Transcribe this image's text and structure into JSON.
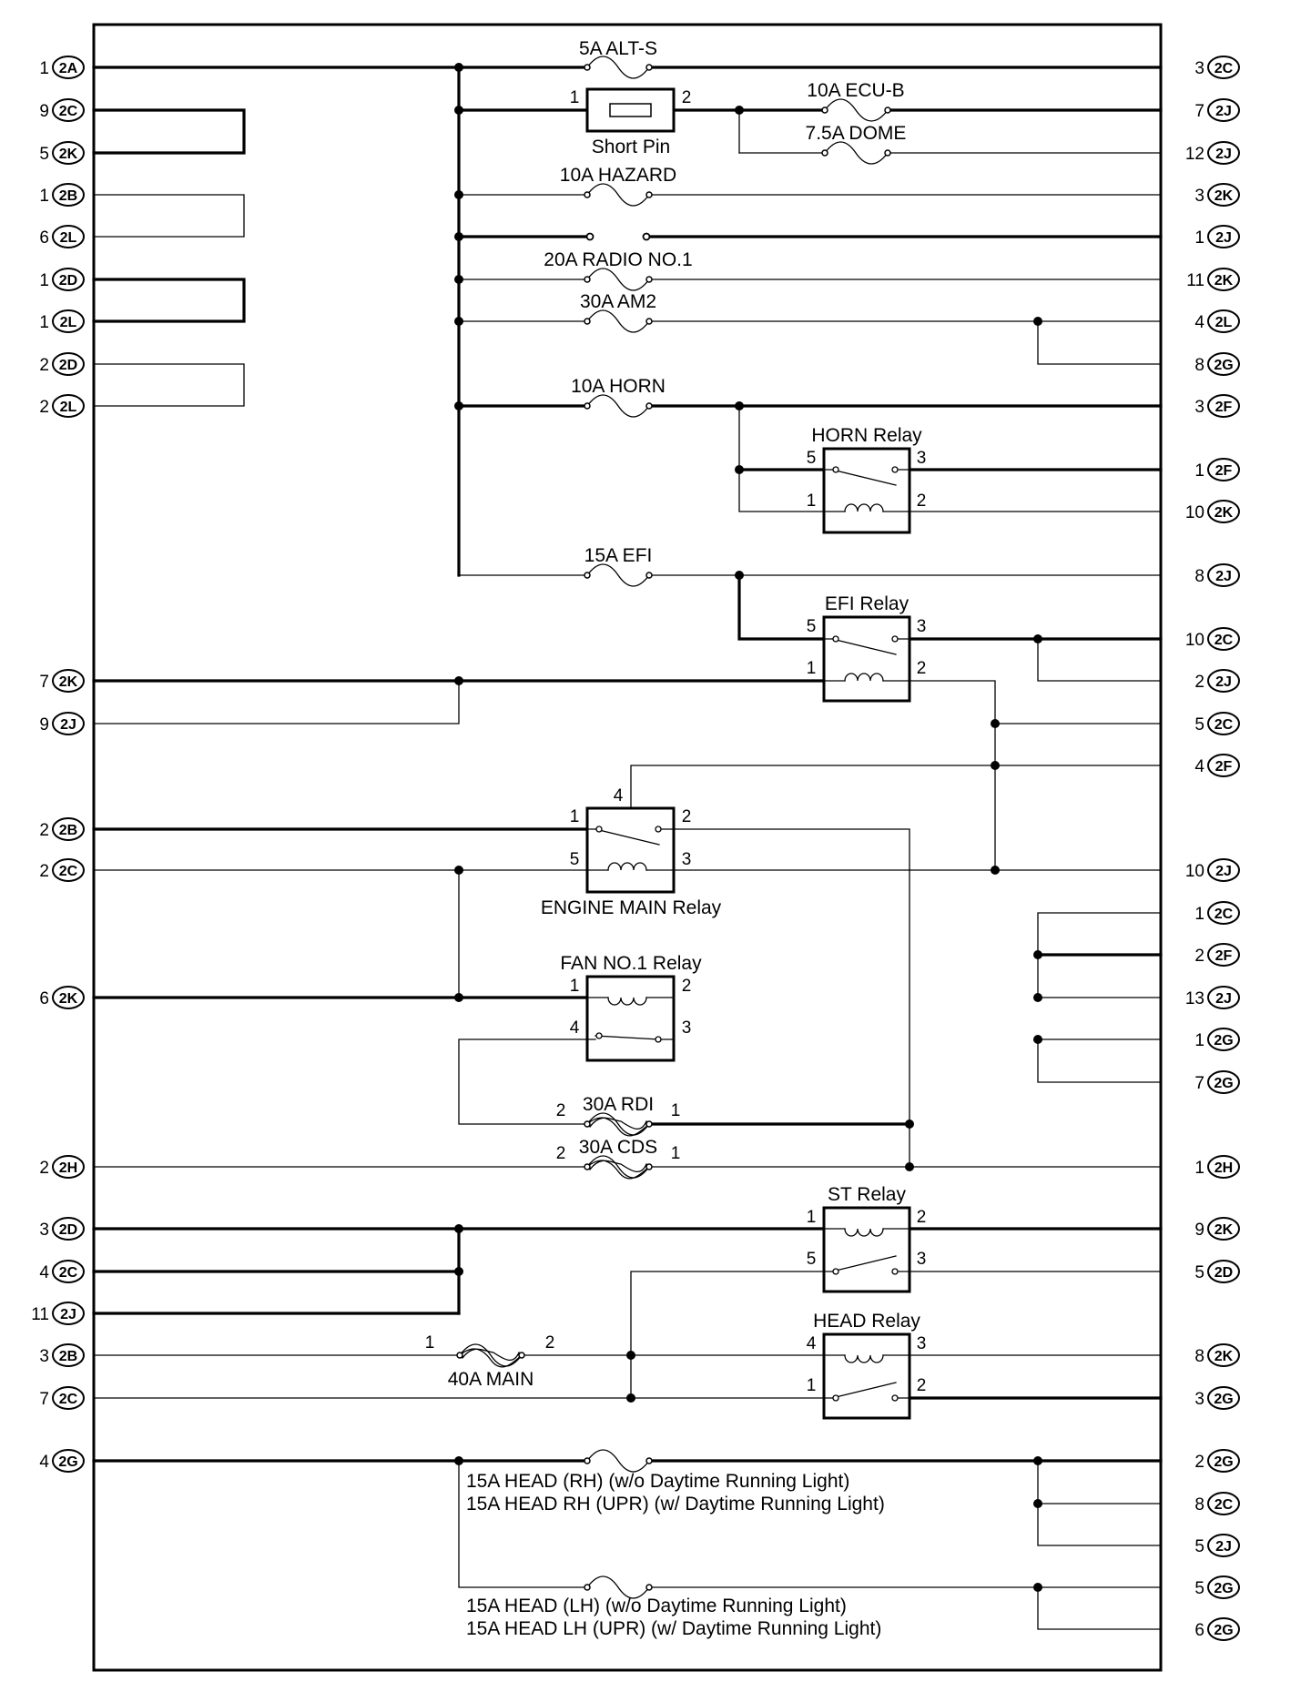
{
  "left_connectors": [
    {
      "pin": "1",
      "code": "2A"
    },
    {
      "pin": "9",
      "code": "2C"
    },
    {
      "pin": "5",
      "code": "2K"
    },
    {
      "pin": "1",
      "code": "2B"
    },
    {
      "pin": "6",
      "code": "2L"
    },
    {
      "pin": "1",
      "code": "2D"
    },
    {
      "pin": "1",
      "code": "2L"
    },
    {
      "pin": "2",
      "code": "2D"
    },
    {
      "pin": "2",
      "code": "2L"
    },
    {
      "pin": "7",
      "code": "2K"
    },
    {
      "pin": "9",
      "code": "2J"
    },
    {
      "pin": "2",
      "code": "2B"
    },
    {
      "pin": "2",
      "code": "2C"
    },
    {
      "pin": "6",
      "code": "2K"
    },
    {
      "pin": "2",
      "code": "2H"
    },
    {
      "pin": "3",
      "code": "2D"
    },
    {
      "pin": "4",
      "code": "2C"
    },
    {
      "pin": "11",
      "code": "2J"
    },
    {
      "pin": "3",
      "code": "2B"
    },
    {
      "pin": "7",
      "code": "2C"
    },
    {
      "pin": "4",
      "code": "2G"
    }
  ],
  "right_connectors": [
    {
      "pin": "3",
      "code": "2C"
    },
    {
      "pin": "7",
      "code": "2J"
    },
    {
      "pin": "12",
      "code": "2J"
    },
    {
      "pin": "3",
      "code": "2K"
    },
    {
      "pin": "1",
      "code": "2J"
    },
    {
      "pin": "11",
      "code": "2K"
    },
    {
      "pin": "4",
      "code": "2L"
    },
    {
      "pin": "8",
      "code": "2G"
    },
    {
      "pin": "3",
      "code": "2F"
    },
    {
      "pin": "1",
      "code": "2F"
    },
    {
      "pin": "10",
      "code": "2K"
    },
    {
      "pin": "8",
      "code": "2J"
    },
    {
      "pin": "10",
      "code": "2C"
    },
    {
      "pin": "2",
      "code": "2J"
    },
    {
      "pin": "5",
      "code": "2C"
    },
    {
      "pin": "4",
      "code": "2F"
    },
    {
      "pin": "10",
      "code": "2J"
    },
    {
      "pin": "1",
      "code": "2C"
    },
    {
      "pin": "2",
      "code": "2F"
    },
    {
      "pin": "13",
      "code": "2J"
    },
    {
      "pin": "1",
      "code": "2G"
    },
    {
      "pin": "7",
      "code": "2G"
    },
    {
      "pin": "1",
      "code": "2H"
    },
    {
      "pin": "9",
      "code": "2K"
    },
    {
      "pin": "5",
      "code": "2D"
    },
    {
      "pin": "8",
      "code": "2K"
    },
    {
      "pin": "3",
      "code": "2G"
    },
    {
      "pin": "2",
      "code": "2G"
    },
    {
      "pin": "8",
      "code": "2C"
    },
    {
      "pin": "5",
      "code": "2J"
    },
    {
      "pin": "5",
      "code": "2G"
    },
    {
      "pin": "6",
      "code": "2G"
    }
  ],
  "fuses": {
    "alt_s": "5A ALT-S",
    "ecu_b": "10A ECU-B",
    "dome": "7.5A DOME",
    "hazard": "10A HAZARD",
    "radio": "20A RADIO NO.1",
    "am2": "30A AM2",
    "horn": "10A HORN",
    "efi": "15A EFI",
    "rdi": "30A RDI",
    "cds": "30A CDS",
    "main": "40A MAIN",
    "head_rh_1": "15A HEAD (RH) (w/o Daytime Running Light)",
    "head_rh_2": "15A HEAD RH (UPR) (w/ Daytime Running Light)",
    "head_lh_1": "15A HEAD (LH) (w/o Daytime Running Light)",
    "head_lh_2": "15A HEAD LH (UPR) (w/ Daytime Running Light)"
  },
  "short_pin": {
    "label": "Short Pin",
    "pin1": "1",
    "pin2": "2"
  },
  "relays": {
    "horn": {
      "label": "HORN Relay",
      "p_tl": "5",
      "p_tr": "3",
      "p_bl": "1",
      "p_br": "2"
    },
    "efi": {
      "label": "EFI Relay",
      "p_tl": "5",
      "p_tr": "3",
      "p_bl": "1",
      "p_br": "2"
    },
    "engine_main": {
      "label": "ENGINE MAIN Relay",
      "p_top": "4",
      "p_tl": "1",
      "p_tr": "2",
      "p_bl": "5",
      "p_br": "3"
    },
    "fan": {
      "label": "FAN NO.1 Relay",
      "p_tl": "1",
      "p_tr": "2",
      "p_bl": "4",
      "p_br": "3"
    },
    "st": {
      "label": "ST Relay",
      "p_tl": "1",
      "p_tr": "2",
      "p_bl": "5",
      "p_br": "3"
    },
    "head": {
      "label": "HEAD Relay",
      "p_tl": "4",
      "p_tr": "3",
      "p_bl": "1",
      "p_br": "2"
    }
  },
  "fuse_pins": {
    "rdi_l": "2",
    "rdi_r": "1",
    "cds_l": "2",
    "cds_r": "1",
    "main_l": "1",
    "main_r": "2"
  },
  "colors": {
    "line": "#000000",
    "background": "#ffffff"
  }
}
